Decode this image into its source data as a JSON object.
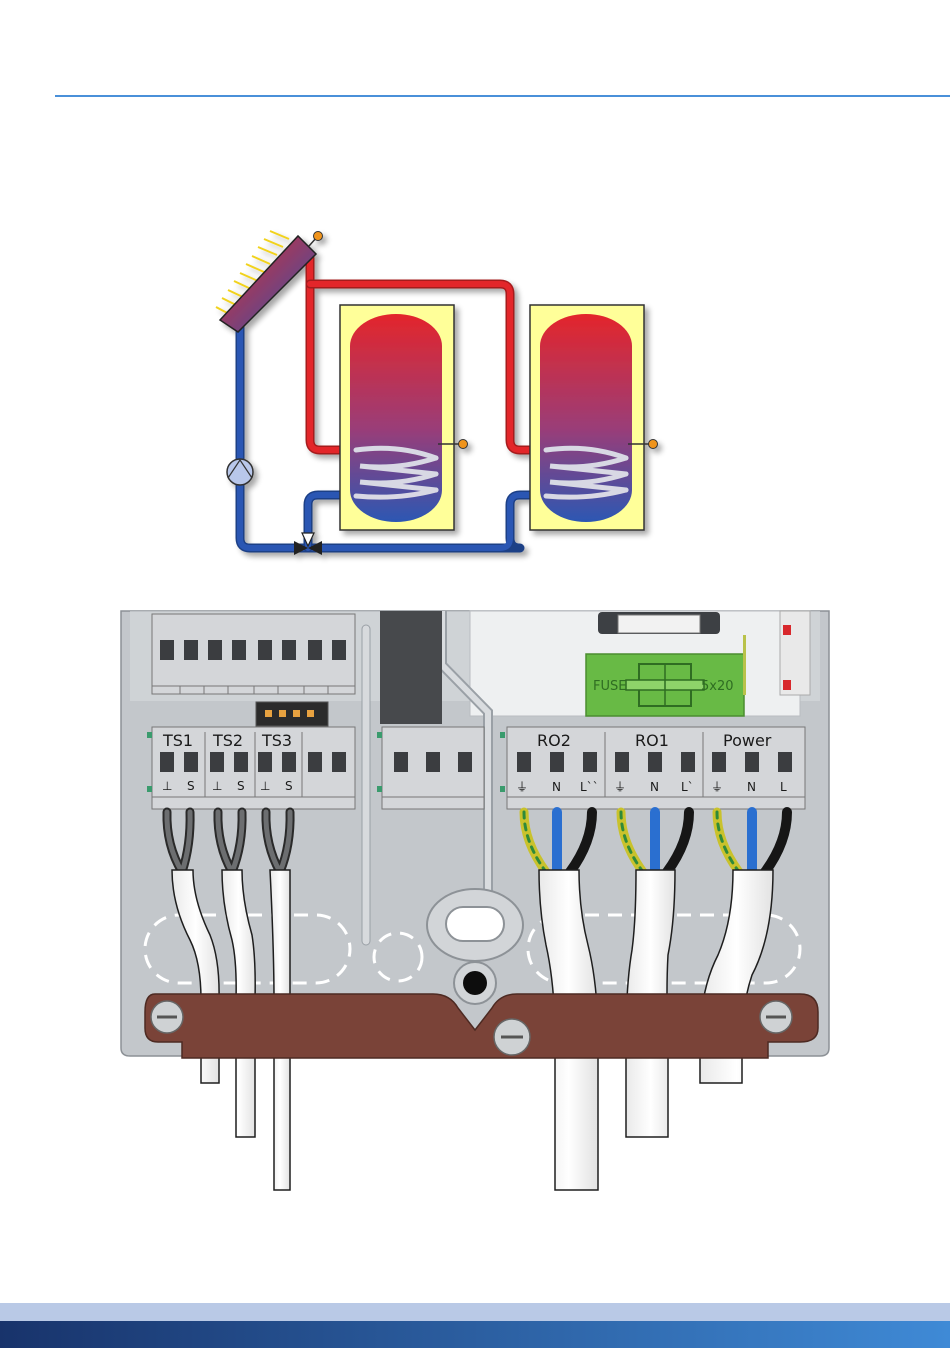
{
  "colors": {
    "rule": "#4a90d9",
    "footer_light": "#b9c9e6",
    "footer_dark_start": "#18336b",
    "footer_dark_end": "#3f8ad6",
    "hot": "#e3262b",
    "cold": "#2c57b3",
    "tank_jacket": "#ffff99",
    "sensor": "#f0941f",
    "housing": "#c3c7cb",
    "terminal": "#d2d4d7",
    "fuse_green": "#68ba45",
    "strain_relief": "#7a4338",
    "earth_wire": "#c9c22c",
    "neutral_wire": "#2a6fd0"
  },
  "terminals": {
    "sensors": {
      "groups": [
        "TS1",
        "TS2",
        "TS3"
      ],
      "pins": [
        "⊥",
        "S",
        "⊥",
        "S",
        "⊥",
        "S"
      ]
    },
    "relays": {
      "groups": [
        "RO2",
        "RO1",
        "Power"
      ],
      "pins": [
        "⏚",
        "N",
        "L``",
        "⏚",
        "N",
        "L`",
        "⏚",
        "N",
        "L"
      ]
    }
  },
  "fuse": {
    "label": "FUSE",
    "size": "5x20"
  }
}
